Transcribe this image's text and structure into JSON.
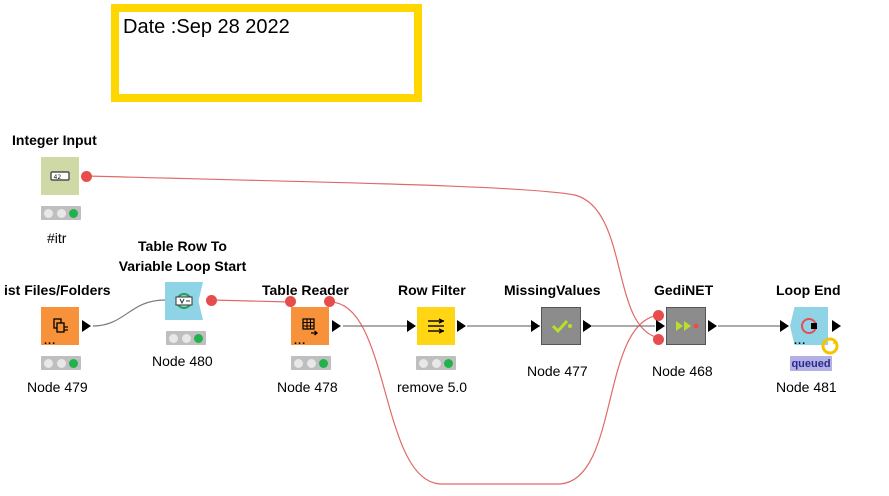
{
  "annotation": {
    "text": "Date :Sep 28 2022"
  },
  "colors": {
    "annotation_border": "#ffd700",
    "flow_variable_wire": "#e06060",
    "data_wire": "#808080",
    "status_green": "#22b24c"
  },
  "nodes": {
    "integer_input": {
      "title": "Integer Input",
      "label": "#itr",
      "icon": "integer-input-icon"
    },
    "list_files": {
      "title": "ist Files/Folders",
      "label": "Node 479",
      "icon": "list-files-icon"
    },
    "loop_start": {
      "title_line1": "Table Row To",
      "title_line2": "Variable Loop Start",
      "label": "Node 480",
      "icon": "loop-start-icon"
    },
    "table_reader": {
      "title": "Table Reader",
      "label": "Node 478",
      "icon": "table-reader-icon"
    },
    "row_filter": {
      "title": "Row Filter",
      "label": "remove 5.0",
      "icon": "row-filter-icon"
    },
    "missing_values": {
      "title": "MissingValues",
      "label": "Node 477",
      "icon": "checkmark-icon"
    },
    "gedinet": {
      "title": "GediNET",
      "label": "Node 468",
      "icon": "play-forward-icon"
    },
    "loop_end": {
      "title": "Loop End",
      "label": "Node 481",
      "status_text": "queued",
      "icon": "loop-end-icon"
    }
  }
}
